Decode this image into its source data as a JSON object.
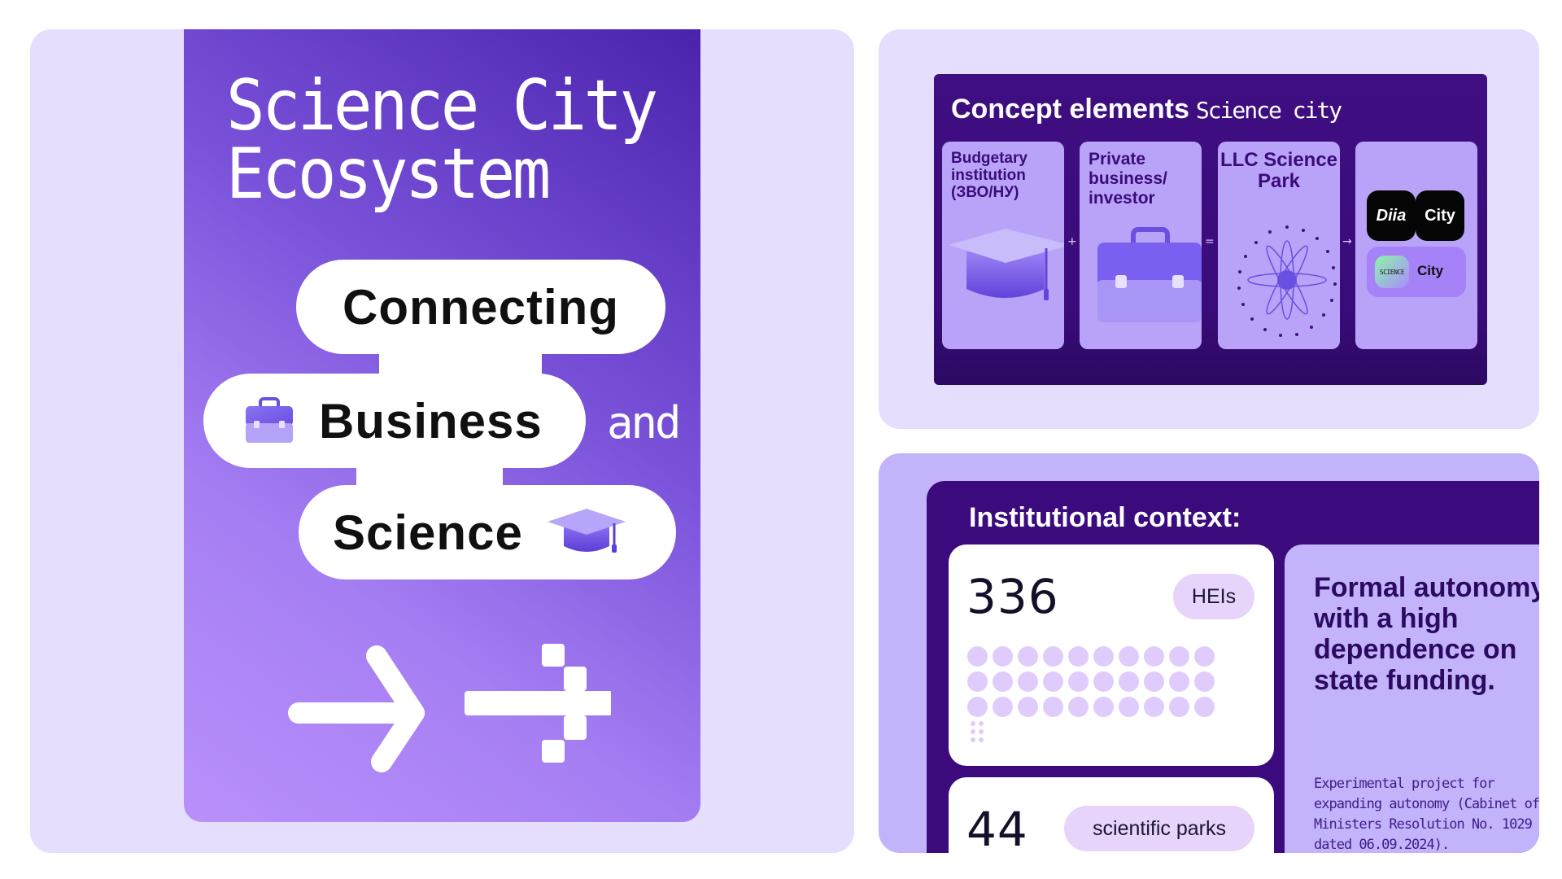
{
  "poster": {
    "title_line1": "Science City",
    "title_line2": "Ecosystem",
    "connecting": "Connecting",
    "business": "Business",
    "and": "and",
    "science": "Science"
  },
  "concept": {
    "title": "Concept elements",
    "subtitle": "Science city",
    "cards": [
      {
        "label": "Budgetary institution (ЗВО/НУ)"
      },
      {
        "label": "Private business/ investor"
      },
      {
        "label": "LLC Science Park"
      }
    ],
    "operators": [
      "+",
      "=",
      "→"
    ],
    "diia_logo": "Diia",
    "diia_city": "City",
    "science_chip": "SCIENCE",
    "science_city": "City"
  },
  "institutional": {
    "title": "Institutional context:",
    "stat1_number": "336",
    "stat1_tag": "HEIs",
    "stat2_number": "44",
    "stat2_tag": "scientific parks",
    "autonomy_text": "Formal autonomy with a high dependence on state funding.",
    "autonomy_note": "Experimental project for expanding autonomy (Cabinet of Ministers Resolution No. 1029 dated 06.09.2024)."
  },
  "colors": {
    "panel_bg": "#e6defd",
    "purple_dark": "#3b0b7d",
    "purple_mid": "#7a52da",
    "lavender": "#c3b3fb",
    "dot": "#e0ccfc"
  }
}
